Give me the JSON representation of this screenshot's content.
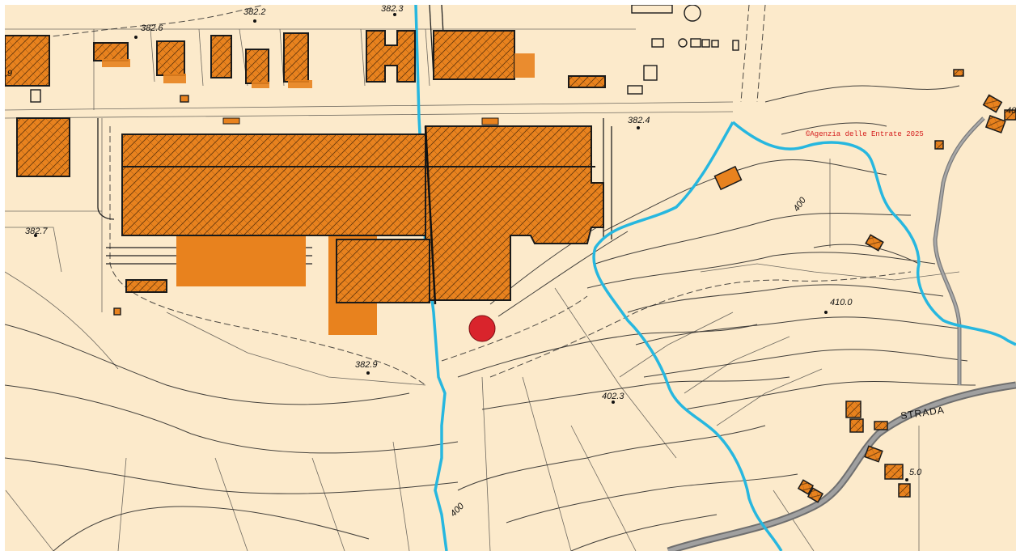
{
  "copyright": "©Agenzia delle Entrate 2025",
  "road_label": "STRADA",
  "elevations": [
    "382.2",
    "382.3",
    "382.6",
    "382.4",
    "382.7",
    "382.9",
    "410.0",
    "402.3",
    "5.0",
    ".9",
    "400",
    "400",
    "40"
  ],
  "colors": {
    "background": "#fceacb",
    "building": "#e8821e",
    "stream": "#27b7df",
    "road": "#8f8f8f",
    "marker": "#d9242c"
  },
  "marker": {
    "type": "location-pin",
    "shape": "circle"
  }
}
